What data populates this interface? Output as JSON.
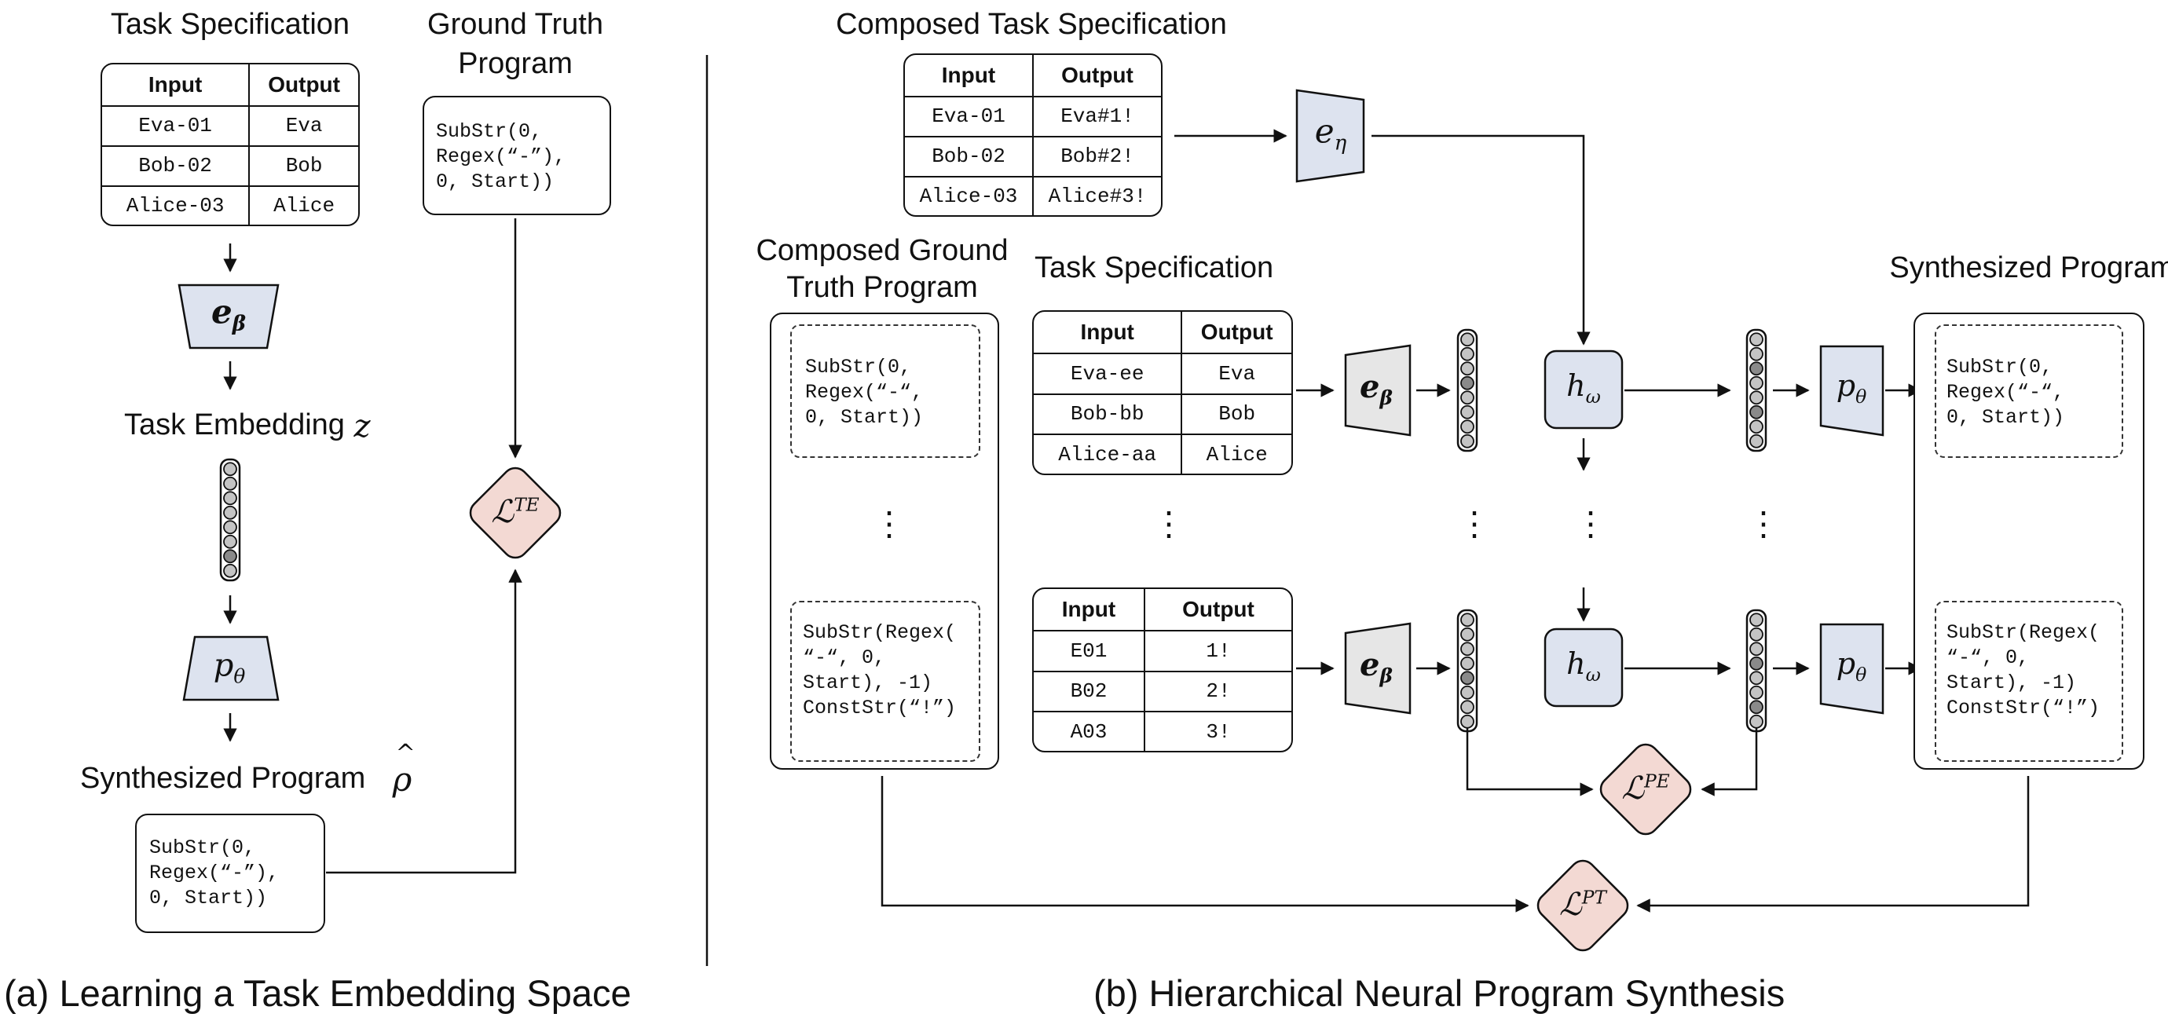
{
  "panel_a": {
    "task_spec_title": "Task Specification",
    "gt_title_line1": "Ground Truth",
    "gt_title_line2": "Program",
    "table": {
      "headers": [
        "Input",
        "Output"
      ],
      "rows": [
        [
          "Eva-01",
          "Eva"
        ],
        [
          "Bob-02",
          "Bob"
        ],
        [
          "Alice-03",
          "Alice"
        ]
      ]
    },
    "gt_code": "SubStr(0,\nRegex(“-”),\n0, Start))",
    "encoder": {
      "base": "e",
      "sub": "β"
    },
    "embedding_label": "Task Embedding",
    "embedding_symbol": "z",
    "decoder": {
      "base": "p",
      "sub": "θ"
    },
    "loss": {
      "base": "ℒ",
      "sup": "TE"
    },
    "synth_label": "Synthesized Program",
    "synth_symbol": "ρ",
    "synth_hat": "^",
    "synth_code": "SubStr(0,\nRegex(“-”),\n0, Start))",
    "caption": "(a) Learning a Task Embedding Space"
  },
  "panel_b": {
    "composed_spec_title": "Composed Task Specification",
    "composed_table": {
      "headers": [
        "Input",
        "Output"
      ],
      "rows": [
        [
          "Eva-01",
          "Eva#1!"
        ],
        [
          "Bob-02",
          "Bob#2!"
        ],
        [
          "Alice-03",
          "Alice#3!"
        ]
      ]
    },
    "composed_encoder": {
      "base": "e",
      "sub": "η"
    },
    "composed_gt_line1": "Composed Ground",
    "composed_gt_line2": "Truth Program",
    "gt_code_1": "SubStr(0,\nRegex(“-“,\n0, Start))",
    "gt_code_2": "SubStr(Regex(\n“-“, 0,\nStart), -1)\nConstStr(“!”)",
    "task_spec_title": "Task Specification",
    "table1": {
      "headers": [
        "Input",
        "Output"
      ],
      "rows": [
        [
          "Eva-ee",
          "Eva"
        ],
        [
          "Bob-bb",
          "Bob"
        ],
        [
          "Alice-aa",
          "Alice"
        ]
      ]
    },
    "table2": {
      "headers": [
        "Input",
        "Output"
      ],
      "rows": [
        [
          "E01",
          "1!"
        ],
        [
          "B02",
          "2!"
        ],
        [
          "A03",
          "3!"
        ]
      ]
    },
    "encoder": {
      "base": "e",
      "sub": "β"
    },
    "h": {
      "base": "h",
      "sub": "ω"
    },
    "decoder": {
      "base": "p",
      "sub": "θ"
    },
    "synth_title": "Synthesized Program",
    "synth_code_1": "SubStr(0,\nRegex(“-“,\n0, Start))",
    "synth_code_2": "SubStr(Regex(\n“-“, 0,\nStart), -1)\nConstStr(“!”)",
    "loss_pe": {
      "base": "ℒ",
      "sup": "PE"
    },
    "loss_pt": {
      "base": "ℒ",
      "sup": "PT"
    },
    "vdots": "⋮",
    "caption": "(b) Hierarchical Neural Program Synthesis"
  },
  "colors": {
    "encoder_fill": "#dde3ef",
    "encoder_gray_fill": "#e6e6e6",
    "loss_fill": "#f3d9d3",
    "vector_fill": "#c4c4c4",
    "stroke": "#111111"
  }
}
